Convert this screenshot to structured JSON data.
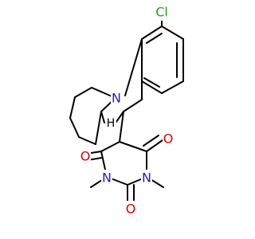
{
  "molecule": {
    "atom_labels": {
      "cl": "Cl",
      "n_ring": "N",
      "h_fusion": "H",
      "o_top": "O",
      "o_left": "O",
      "o_bottom": "O",
      "n_imide_left": "N",
      "n_imide_right": "N"
    },
    "colors": {
      "bond": "#000000",
      "chlorine": "#1aa51a",
      "nitrogen": "#2020d0",
      "oxygen": "#e00000",
      "carbon_hydrogen": "#000000",
      "background": "#ffffff"
    }
  }
}
